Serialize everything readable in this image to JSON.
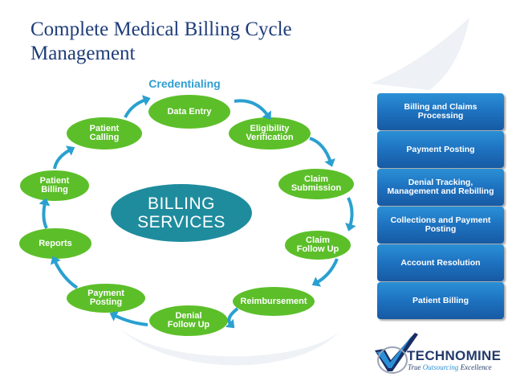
{
  "title": "Complete Medical Billing Cycle Management",
  "cycle": {
    "label": "Credentialing",
    "center": "BILLING\nSERVICES",
    "nodes": [
      "Data Entry",
      "Eligibility\nVerification",
      "Claim\nSubmission",
      "Claim\nFollow Up",
      "Reimbursement",
      "Denial\nFollow Up",
      "Payment\nPosting",
      "Reports",
      "Patient\nBilling",
      "Patient\nCalling"
    ]
  },
  "services": [
    "Billing and Claims\nProcessing",
    "Payment Posting",
    "Denial Tracking,\nManagement and Rebilling",
    "Collections and Payment\nPosting",
    "Account Resolution",
    "Patient Billing"
  ],
  "logo": {
    "name": "TECHNOMINE",
    "tagline_parts": [
      "True ",
      "Outsourcing",
      " Excellence"
    ]
  },
  "colors": {
    "node": "#5cbf2a",
    "arrow": "#2aa0d0",
    "center": "#1f8c9e",
    "service": "#1d6fbd",
    "title": "#1f3d7a"
  }
}
